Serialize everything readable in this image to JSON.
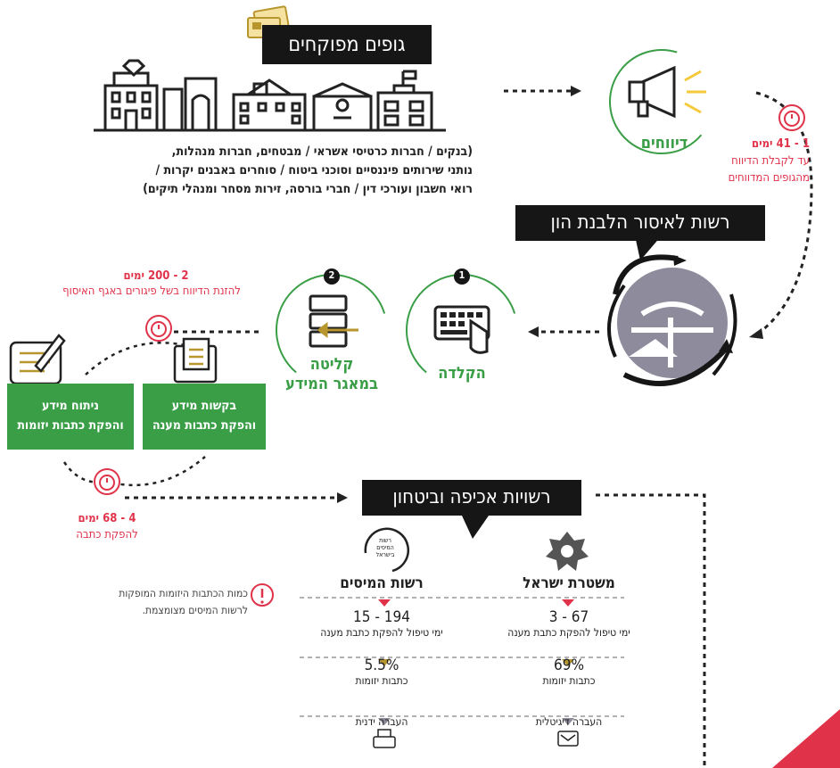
{
  "top_title": "גופים מפוקחים",
  "entities_text": [
    "(בנקים / חברות כרטיסי אשראי / מבטחים, חברות מנהלות,",
    "נותני שירותים פיננסיים וסוכני ביטוח / סוחרים באבנים יקרות /",
    "רואי חשבון ועורכי דין / חברי בורסה, זירות מסחר ומנהלי תיקים)"
  ],
  "reports_label": "דיווחים",
  "reports_days": "1 - 41 ימים",
  "reports_note": [
    "עד לקבלת הדיווח",
    "מהגופים המדווחים"
  ],
  "authority_title": "רשות לאיסור הלבנת הון",
  "step1_label": "הקלדה",
  "step1_num": "1",
  "step2_label": [
    "קליטה",
    "במאגר המידע"
  ],
  "step2_num": "2",
  "days_200": "2 - 200 ימים",
  "days_200_note": "להזנת הדיווח בשל פיגורים באגף האיסוף",
  "box_requests": [
    "בקשות מידע",
    "והפקת כתבות מענה"
  ],
  "box_analysis": [
    "ניתוח מידע",
    "והפקת כתבות יזומות"
  ],
  "days_68": "4 - 68 ימים",
  "days_68_note": "להפקת כתבה",
  "enforcement_title": "רשויות אכיפה וביטחון",
  "note": [
    "כמות הכתבות היזומות המופקות",
    "לרשות המיסים מצומצמת."
  ],
  "police": {
    "name": "משטרת ישראל",
    "range": "67 - 3",
    "range_label": "ימי  טיפול להפקת כתבת מענה",
    "pct": "69%",
    "pct_label": "כתבות יזומות",
    "transfer": "העברה דיגיטלית"
  },
  "tax": {
    "name": "רשות המיסים",
    "logo_text": [
      "רשות",
      "המיסים",
      "בישראל"
    ],
    "range": "194 - 15",
    "range_label": "ימי  טיפול להפקת כתבת מענה",
    "pct": "5.5%",
    "pct_label": "כתבות יזומות",
    "transfer": "העברה ידנית"
  },
  "colors": {
    "green": "#3a9e47",
    "red": "#e0334a",
    "gold": "#b8962e",
    "black": "#161616",
    "grey": "#8e8c9c"
  }
}
